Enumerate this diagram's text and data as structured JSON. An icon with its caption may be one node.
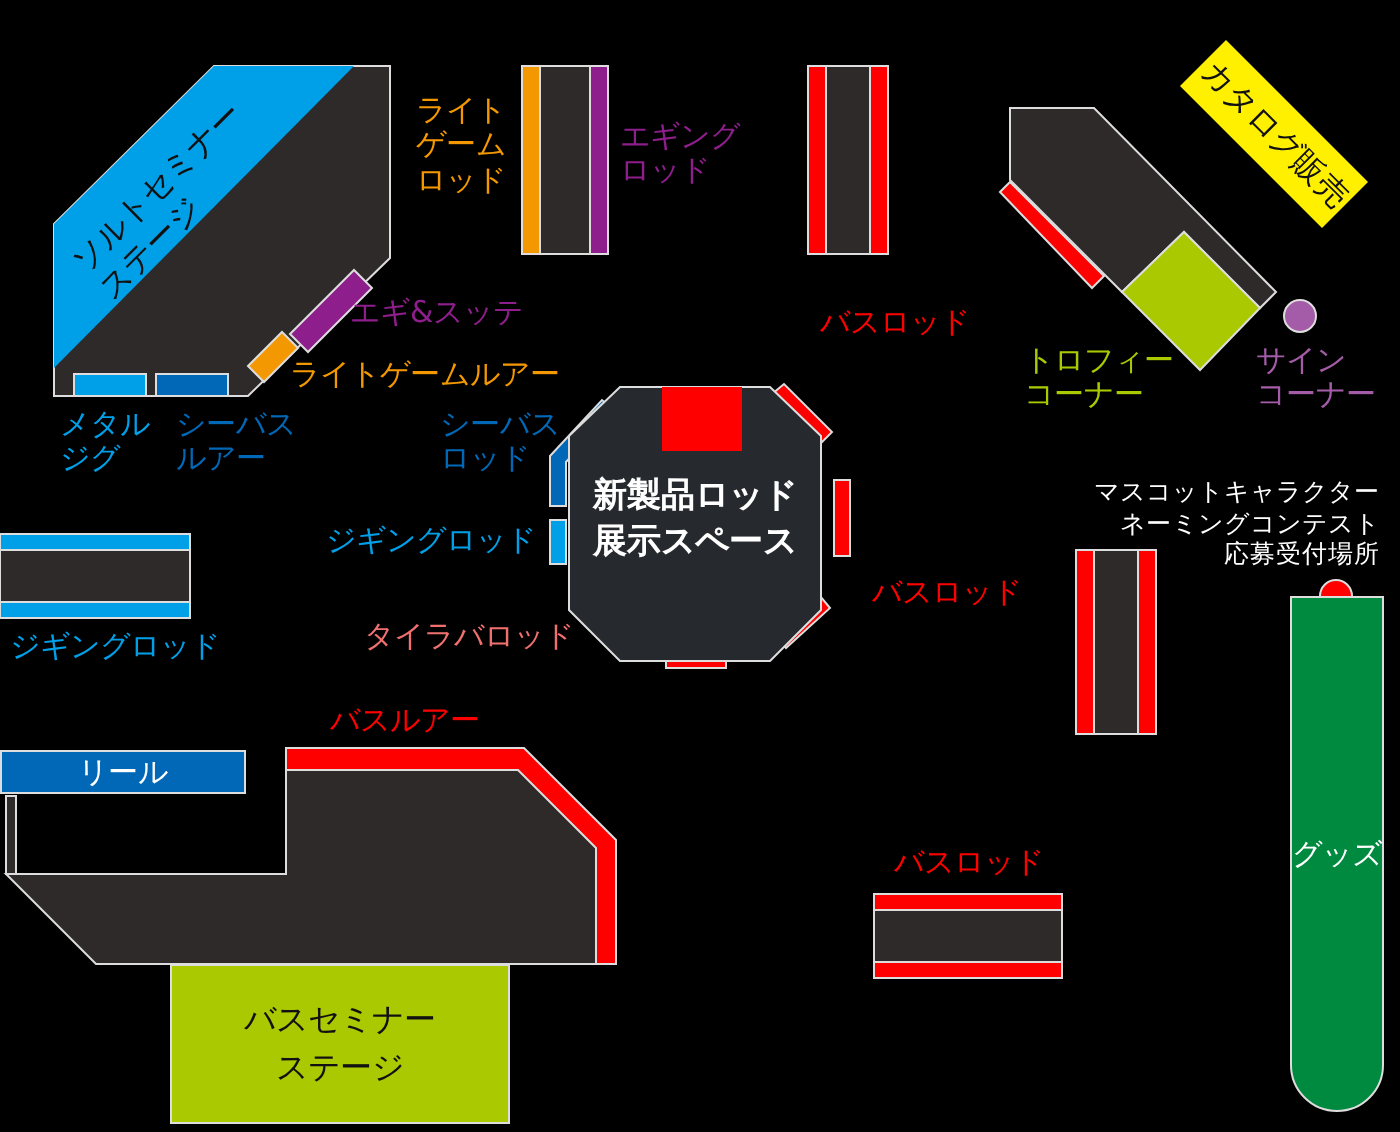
{
  "diagram": {
    "nodes": [
      {
        "text": [
          "ソルトセミナーステージ"
        ]
      },
      {
        "text": [
          "カタログ販売"
        ]
      },
      {
        "text": [
          "新製品ロッド展示スペース"
        ]
      },
      {
        "text": [
          "リール"
        ]
      },
      {
        "text": [
          "バスセミナーステージ"
        ]
      },
      {
        "text": [
          "グッズ"
        ]
      }
    ],
    "labels": [
      "ライトゲームロッド",
      "エギングロッド",
      "エギ&スッテ",
      "バスロッド",
      "ライトゲームルアー",
      "トロフィーコーナー",
      "サインコーナー",
      "メタルジグ",
      "シーバスルアー",
      "シーバスロッド",
      "マスコットキャラクターネーミングコンテスト応募受付場所",
      "ジギングロッド",
      "バスロッド",
      "ジギングロッド",
      "タイラバロッド",
      "バスルアー",
      "バスロッド"
    ]
  }
}
